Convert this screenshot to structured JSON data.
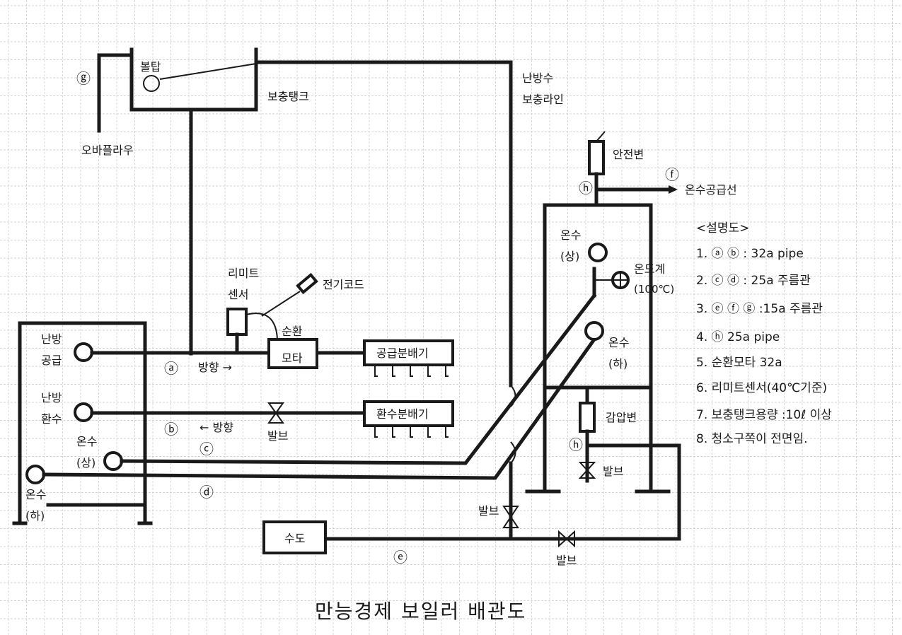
{
  "title": "만능경제 보일러 배관도",
  "colors": {
    "ink": "#1a1a1a",
    "grid": "#c8c8c8",
    "paper": "#ffffff"
  },
  "labels": {
    "overflow": "오바플라우",
    "ball_tap": "볼탑",
    "makeup_tank": "보충탱크",
    "makeup_line_1": "난방수",
    "makeup_line_2": "보충라인",
    "safety_valve": "안전변",
    "hot_supply_line": "온수공급선",
    "limit_1": "리미트",
    "limit_2": "센서",
    "power_cord": "전기코드",
    "pump_1": "순환",
    "pump_2": "모타",
    "supply_manifold": "공급분배기",
    "return_manifold": "환수분배기",
    "heat_supply_1": "난방",
    "heat_supply_2": "공급",
    "heat_return_1": "난방",
    "heat_return_2": "환수",
    "hot_up_1": "온수",
    "hot_up_2": "(상)",
    "hot_low_1": "온수",
    "hot_low_2": "(하)",
    "boiler_hot_up_1": "온수",
    "boiler_hot_up_2": "(상)",
    "boiler_hot_low_1": "온수",
    "boiler_hot_low_2": "(하)",
    "thermometer_1": "온도계",
    "thermometer_2": "(100℃)",
    "pressure_valve": "감압변",
    "valve_return": "발브",
    "valve_h": "발브",
    "valve_left": "발브",
    "valve_bottom": "발브",
    "water_main": "수도",
    "direction_a": "방향 →",
    "direction_b": "← 방향"
  },
  "marks": {
    "a": "ⓐ",
    "b": "ⓑ",
    "c": "ⓒ",
    "d": "ⓓ",
    "e": "ⓔ",
    "f": "ⓕ",
    "g": "ⓖ",
    "h_top": "ⓗ",
    "h_mid": "ⓗ"
  },
  "legend": {
    "heading": "<설명도>",
    "items": [
      "1. ⓐ ⓑ : 32a pipe",
      "2. ⓒ ⓓ : 25a 주름관",
      "3. ⓔ ⓕ ⓖ :15a 주름관",
      "4. ⓗ 25a pipe",
      "5. 순환모타 32a",
      "6. 리미트센서(40℃기준)",
      "7. 보충탱크용량 :10ℓ 이상",
      "8. 청소구쪽이 전면임."
    ]
  }
}
